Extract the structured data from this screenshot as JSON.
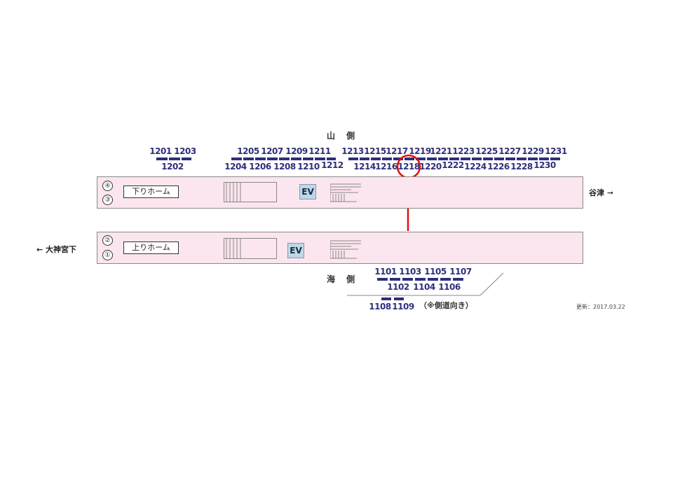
{
  "labels": {
    "mountain_side": "山 側",
    "sea_side": "海 側",
    "side_road_note": "（※側道向き）",
    "updated": "更新：2017.03.22"
  },
  "platforms": {
    "down": {
      "label": "下りホーム",
      "tracks": [
        "④",
        "③"
      ],
      "ev": "EV"
    },
    "up": {
      "label": "上りホーム",
      "tracks": [
        "②",
        "①"
      ],
      "ev": "EV"
    }
  },
  "directions": {
    "right": "谷津 ➞",
    "left": "← 大神宮下"
  },
  "pillars_upper_row1": [
    "1201",
    "1203",
    "1205",
    "1207",
    "1209",
    "1211",
    "1213",
    "1215",
    "1217",
    "1219",
    "1221",
    "1223",
    "1225",
    "1227",
    "1229",
    "1231"
  ],
  "pillars_upper_row2": [
    "1202",
    "1204",
    "1206",
    "1208",
    "1210",
    "1212",
    "1214",
    "1216",
    "1218",
    "1220",
    "1222",
    "1224",
    "1226",
    "1228",
    "1230"
  ],
  "pillars_lower_row1": [
    "1101",
    "1103",
    "1105",
    "1107"
  ],
  "pillars_lower_row2": [
    "1102",
    "1104",
    "1106"
  ],
  "pillars_lower_row3": [
    "1108",
    "1109"
  ],
  "highlight": {
    "pillar": "1218",
    "color": "#e01010"
  },
  "colors": {
    "pillar": "#2d2f7a",
    "platform": "#fbe5ee",
    "ev": "#bcd8ea"
  }
}
